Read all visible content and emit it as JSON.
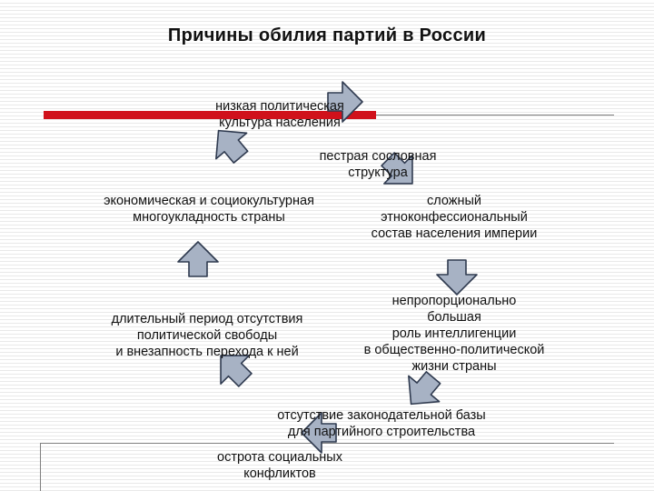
{
  "title": "Причины обилия партий в России",
  "nodes": {
    "low_culture": "низкая политическая\nкультура населения",
    "class_structure": "пестрая сословная\nструктура",
    "economic": "экономическая и социокультурная\nмногоукладность страны",
    "ethno": "сложный\nэтноконфессиональный\nсостав населения империи",
    "long_period": "длительный период отсутствия\nполитической свободы\nи внезапность перехода к ней",
    "intelligentsia": "непропорционально\nбольшая\nроль интеллигенции\nв общественно-политической\nжизни страны",
    "no_legislation": "отсутствие  законодательной  базы\nдля партийного  строительства",
    "social_conflicts": "острота социальных\nконфликтов"
  },
  "colors": {
    "accent_bar": "#d0111b",
    "arrow_fill": "#a7b2c4",
    "arrow_stroke": "#2f3a4f"
  },
  "icons": [
    "cycle-arrow-icon"
  ]
}
